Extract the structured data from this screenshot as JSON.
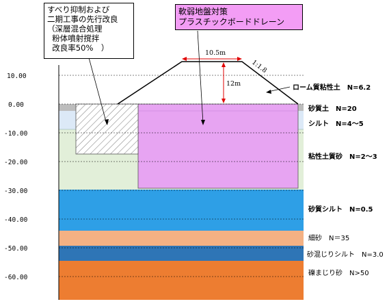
{
  "elevation_axis": {
    "ticks": [
      "10.00",
      "0.00",
      "-10.00",
      "-20.00",
      "-30.00",
      "-40.00",
      "-50.00",
      "-60.00"
    ]
  },
  "soil_layers": [
    {
      "label": "ローム質粘性土　N=6.2",
      "bold": true
    },
    {
      "label": "砂質土　N=20",
      "bold": true,
      "color": "#c8c8c8"
    },
    {
      "label": "シルト　N=4〜5",
      "bold": true,
      "color": "#dce9f7"
    },
    {
      "label": "粘性土質砂　N=2〜3",
      "bold": true,
      "color": "#e2efd9"
    },
    {
      "label": "砂質シルト　N=0.5",
      "bold": true,
      "color": "#2e9fe6"
    },
    {
      "label": "細砂　N＝35",
      "bold": false,
      "color": "#f4b183"
    },
    {
      "label": "砂混じりシルト　N=3.0",
      "bold": false,
      "color": "#2e75b6"
    },
    {
      "label": "礫まじり砂　N>50",
      "bold": false,
      "color": "#ed7d31"
    }
  ],
  "embankment": {
    "crest_width": "10.5m",
    "height": "12m",
    "slope": "1:1.8"
  },
  "callout_left": {
    "lines": [
      "すべり抑制および",
      "二期工事の先行改良",
      "（深層混合処理",
      "  粉体噴射撹拌",
      "  改良率50%　）"
    ]
  },
  "callout_right": {
    "lines": [
      "軟弱地盤対策",
      "プラスチックボードドレーン"
    ],
    "color": "#f39df5"
  },
  "colors": {
    "drain_zone": "#e7a4f2",
    "deep_mixing_hatch": "#999999",
    "ground_surface": "#b7b7b7"
  }
}
